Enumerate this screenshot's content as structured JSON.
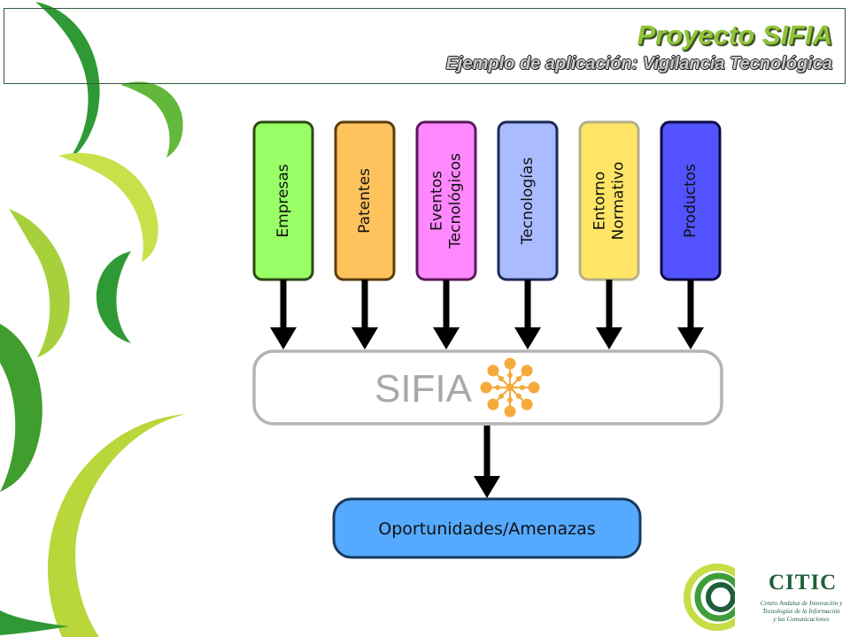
{
  "header": {
    "title": "Proyecto SIFIA",
    "subtitle": "Ejemplo de aplicación: Vigilancia Tecnológica"
  },
  "inputs": [
    {
      "lines": [
        "Empresas"
      ],
      "fill": "#99ff66",
      "stroke": "#2b4a14"
    },
    {
      "lines": [
        "Patentes"
      ],
      "fill": "#ffc35e",
      "stroke": "#5a3d0a"
    },
    {
      "lines": [
        "Eventos",
        "Tecnológicos"
      ],
      "fill": "#ff88ff",
      "stroke": "#5a1a5a"
    },
    {
      "lines": [
        "Tecnologías"
      ],
      "fill": "#aabbff",
      "stroke": "#1a2a5a"
    },
    {
      "lines": [
        "Entorno",
        "Normativo"
      ],
      "fill": "#ffe566",
      "stroke": "#b5b08a"
    },
    {
      "lines": [
        "Productos"
      ],
      "fill": "#5252ff",
      "stroke": "#0b0b44"
    }
  ],
  "system": {
    "name": "SIFIA",
    "accent": "#f5aa3c"
  },
  "output": {
    "label": "Oportunidades/Amenazas",
    "fill": "#55aaff",
    "stroke": "#1b3a5c"
  },
  "logo": {
    "name": "CITIC",
    "subtitle_lines": [
      "Centro Andaluz de Innovación y",
      "Tecnologías de la Información",
      "y las Comunicaciones"
    ]
  },
  "colors": {
    "title_green": "#8fc43a",
    "dark_green": "#1f5e3a"
  }
}
